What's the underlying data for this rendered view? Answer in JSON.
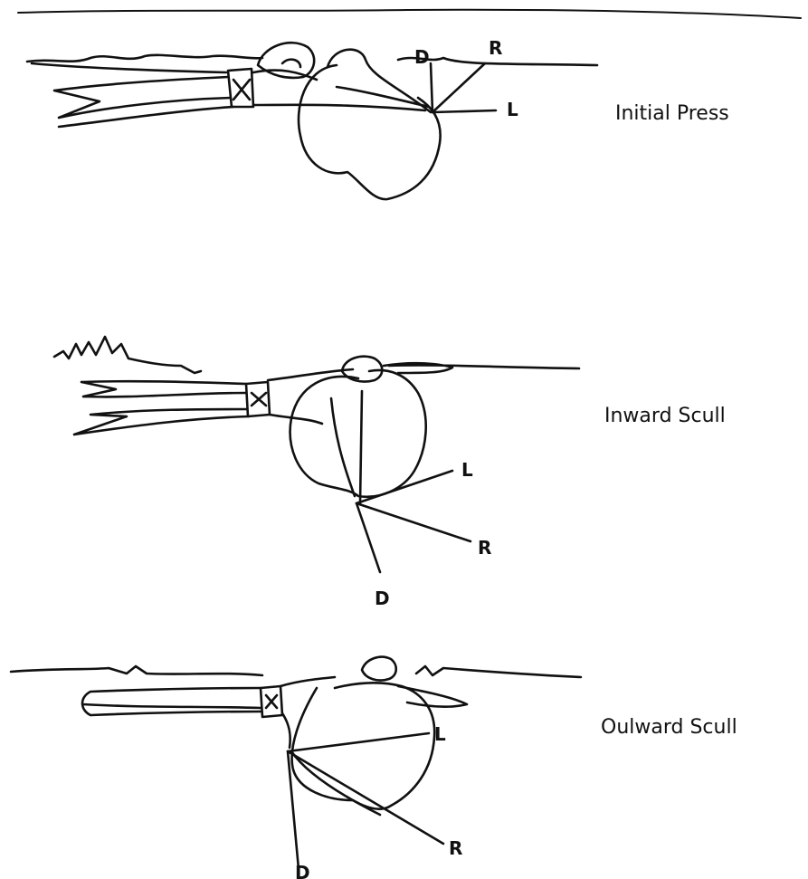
{
  "panels": [
    {
      "caption": "Initial Press",
      "force_labels": {
        "drag": "D",
        "resultant": "R",
        "lift": "L"
      }
    },
    {
      "caption": "Inward Scull",
      "force_labels": {
        "drag": "D",
        "resultant": "R",
        "lift": "L"
      }
    },
    {
      "caption": "Oulward Scull",
      "force_labels": {
        "drag": "D",
        "resultant": "R",
        "lift": "L"
      }
    }
  ]
}
